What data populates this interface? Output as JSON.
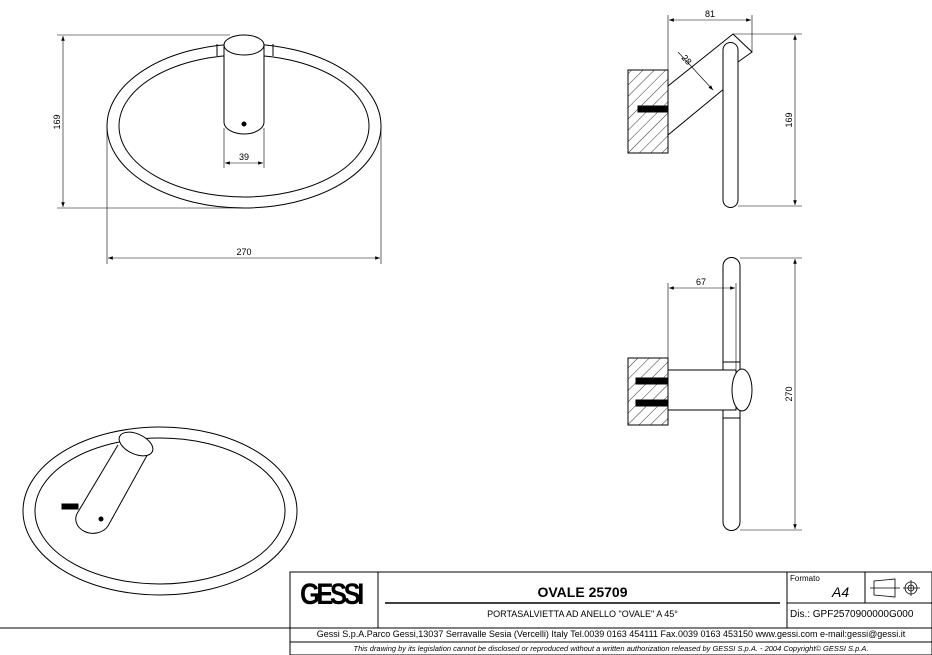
{
  "dimensions": {
    "front_height": "169",
    "front_width": "270",
    "tube_diameter": "39",
    "side_depth": "81",
    "side_arm": "28",
    "side_height": "169",
    "rear_depth": "67",
    "rear_height": "270"
  },
  "title_block": {
    "logo": "GESSI",
    "title": "OVALE 25709",
    "subtitle": "PORTASALVIETTA AD ANELLO \"OVALE\" A 45°",
    "format_label": "Formato",
    "format_value": "A4",
    "drawing_number": "Dis.: GPF2570900000G000",
    "address": "Gessi S.p.A.Parco Gessi,13037 Serravalle Sesia (Vercelli) Italy Tel.0039 0163 454111 Fax.0039 0163 453150 www.gessi.com e-mail:gessi@gessi.it",
    "disclaimer": "This drawing by its legislation cannot be disclosed or reproduced without a written authorization released by GESSI S.p.A. - 2004 Copyright© GESSI S.p.A."
  }
}
